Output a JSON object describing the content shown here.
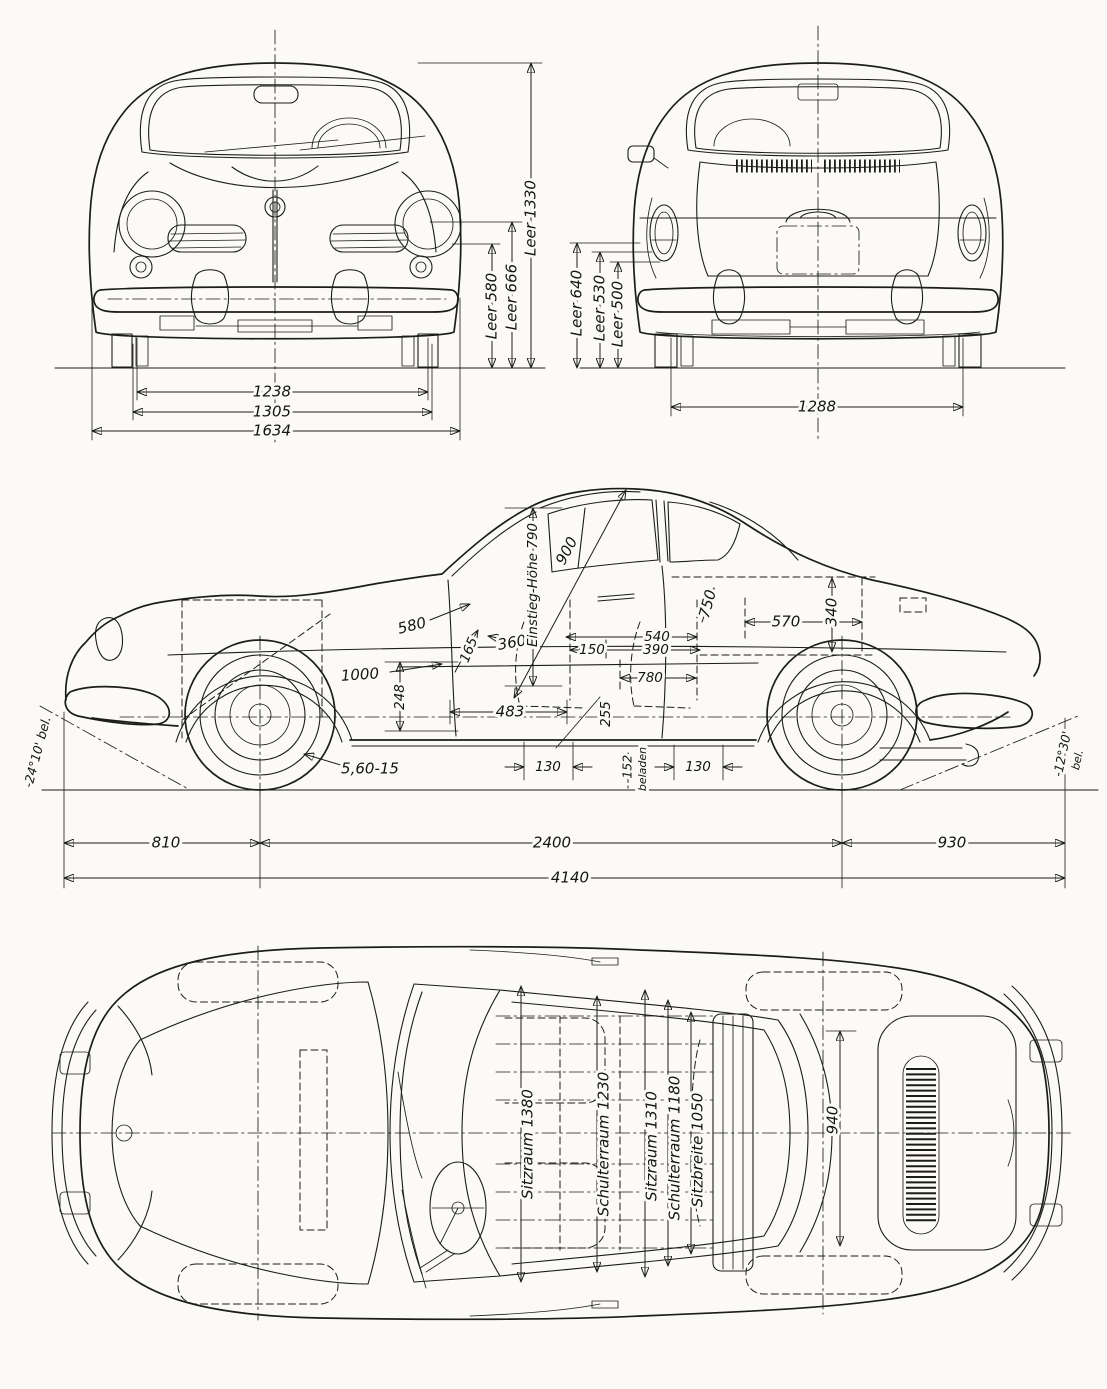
{
  "views": {
    "front": {
      "dims": {
        "w1238": "1238",
        "w1305": "1305",
        "w1634": "1634",
        "h580": "Leer 580",
        "h666": "Leer 666",
        "h1330": "Leer 1330"
      }
    },
    "rear": {
      "dims": {
        "w1288": "1288",
        "h640": "Leer 640",
        "h530": "Leer 530",
        "h500": "Leer 500"
      }
    },
    "side": {
      "dims": {
        "d580": "580",
        "d900": "900",
        "einstieg": "Einstieg-Höhe 790",
        "d1000": "1000",
        "d165": "165",
        "d360": "360",
        "d150": "150",
        "d540": "540",
        "d390": "390",
        "d780": "780",
        "d750": "750",
        "d570": "570",
        "d340": "340",
        "d248": "248",
        "d483": "483",
        "d255": "255",
        "tire": "5,60-15",
        "d130f": "130",
        "d152": "-152",
        "d152note": "beladen",
        "d130r": "130",
        "angfront": "-24°10' bel.",
        "angrear": "-12°30'",
        "angrearnote": "bel.",
        "d810": "810",
        "d2400": "2400",
        "d930": "930",
        "d4140": "4140"
      }
    },
    "top": {
      "dims": {
        "sitzraum_front": "Sitzraum 1380",
        "schulterraum_front": "Schulterraum 1230",
        "sitzraum_rear": "Sitzraum 1310",
        "schulterraum_rear": "Schulterraum 1180",
        "sitzbreite": "Sitzbreite 1050",
        "d940": "940"
      }
    }
  }
}
